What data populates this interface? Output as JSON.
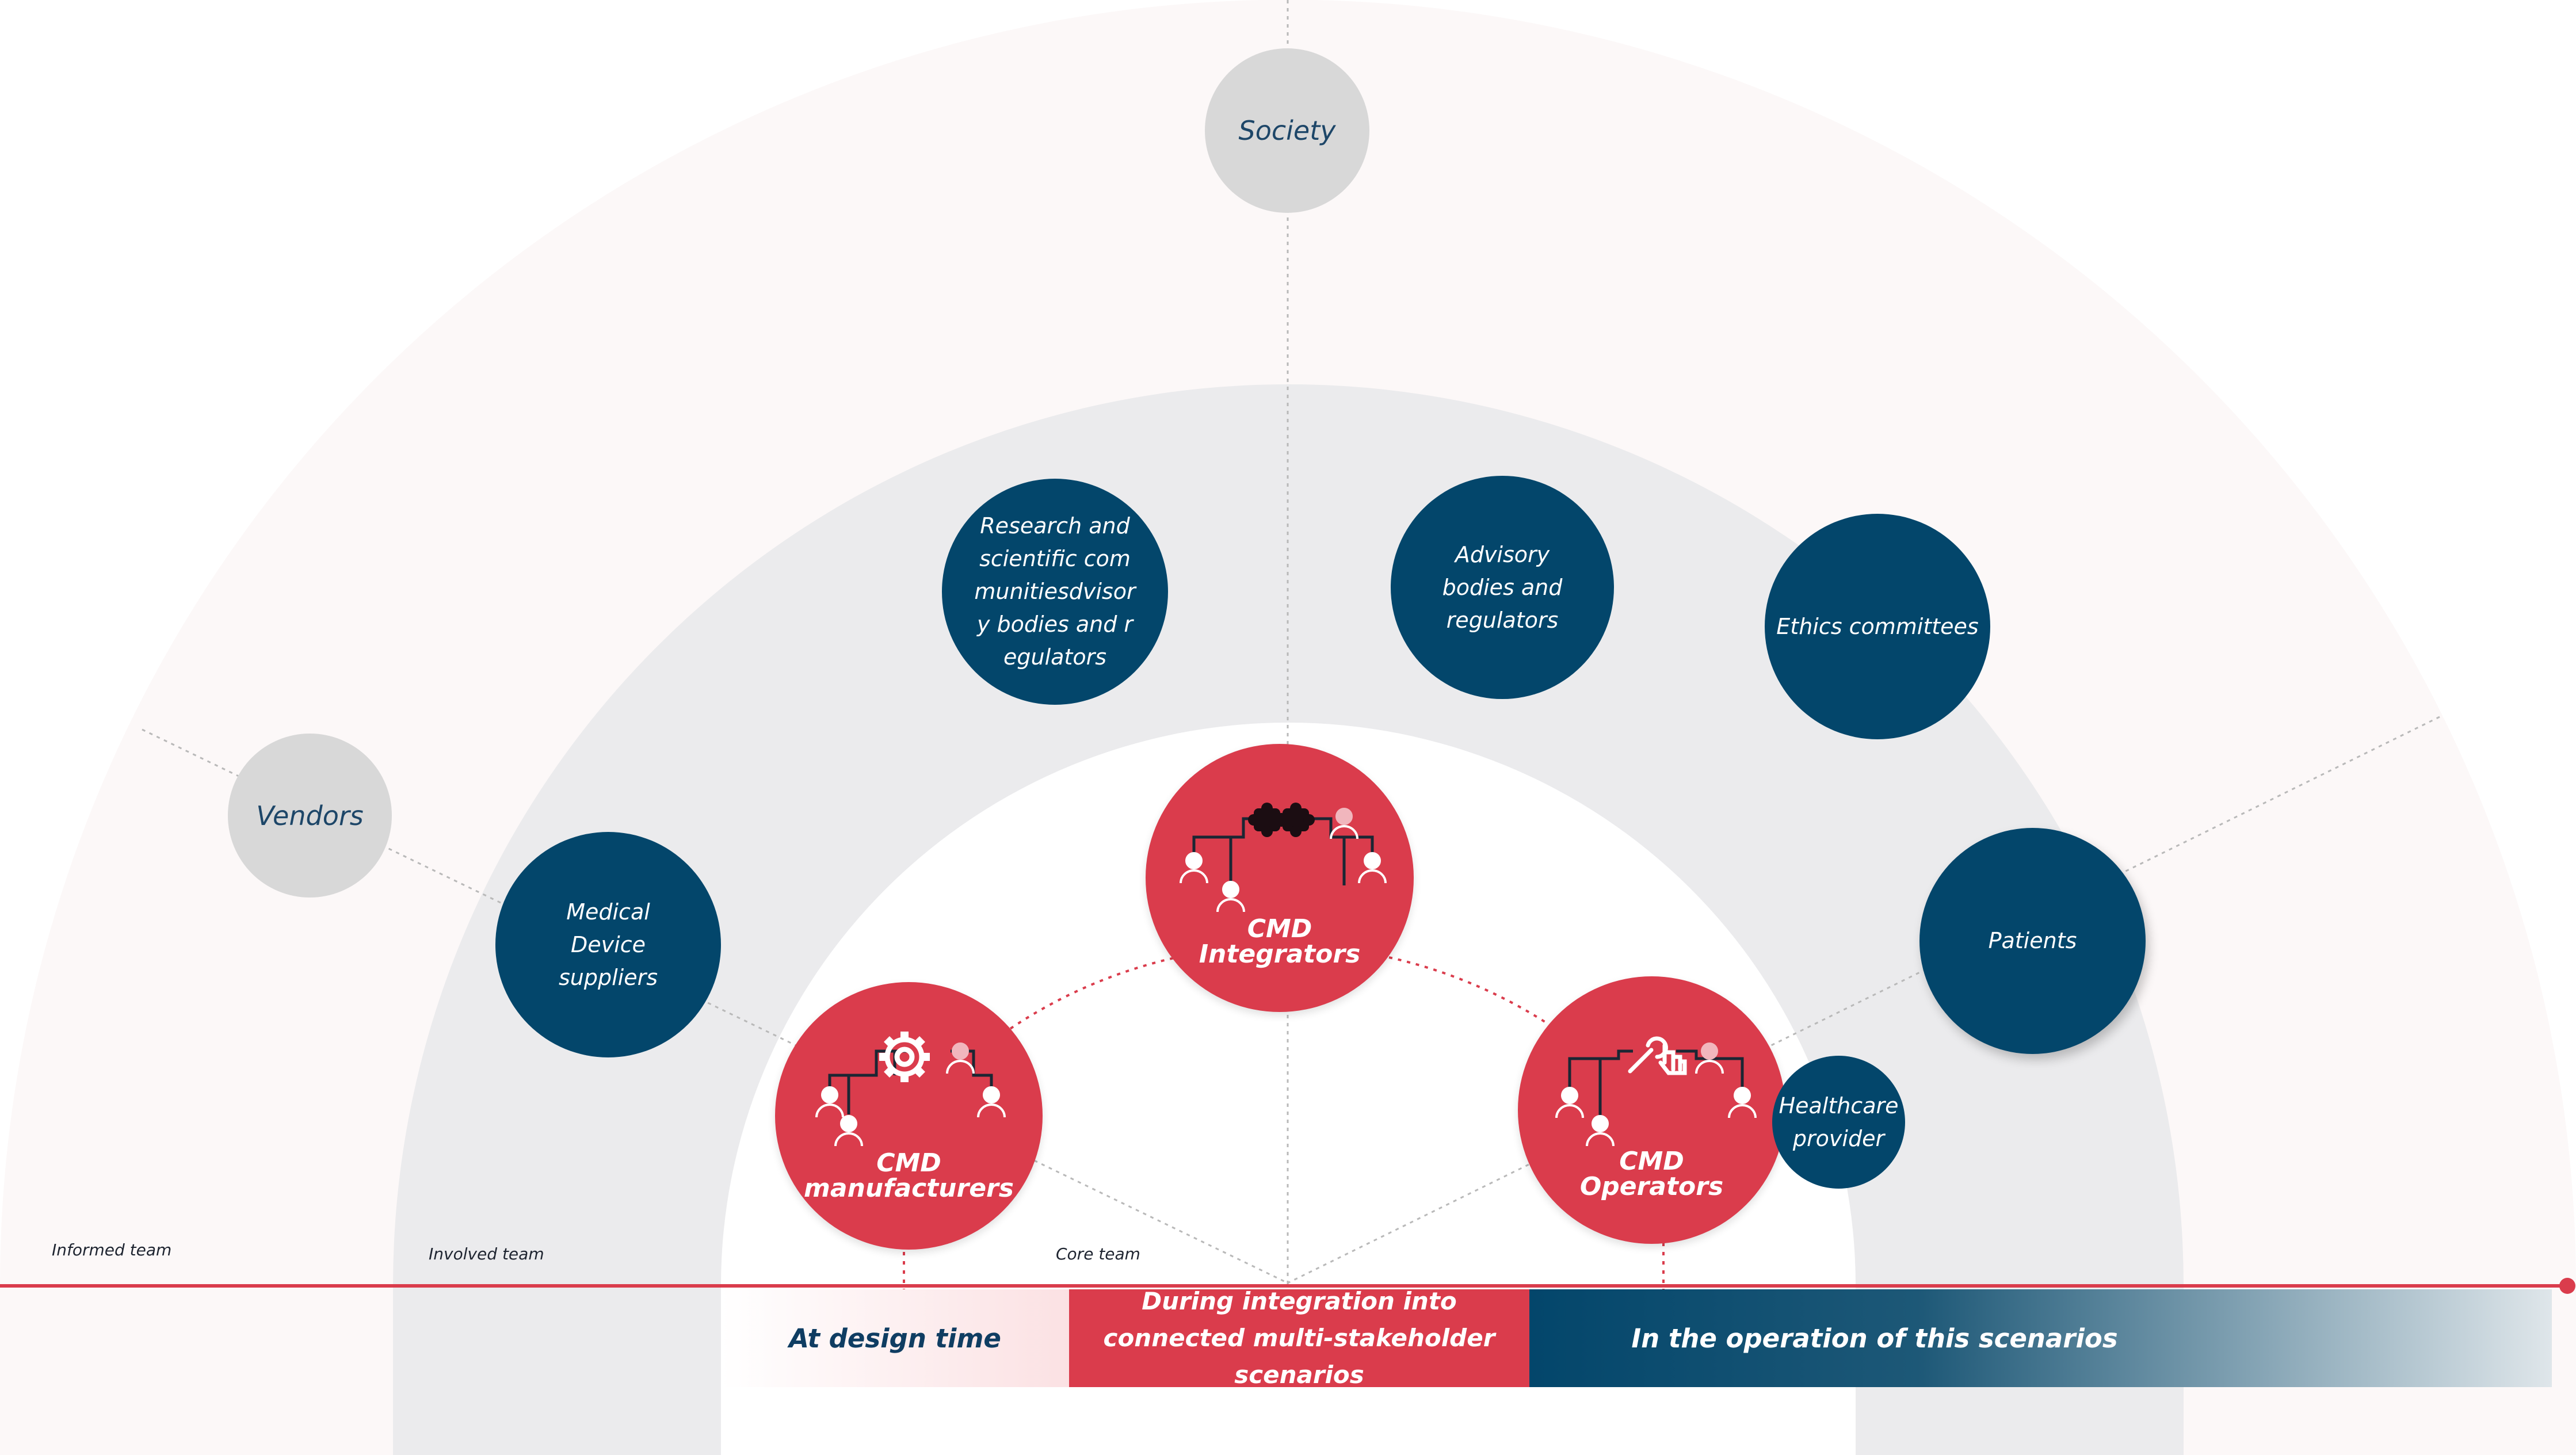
{
  "diagram": {
    "nodes": {
      "society": "Society",
      "vendors": "Vendors",
      "research": "Research and scientific communitiesdvisory bodies and regulators",
      "advisory": "Advisory bodies and regulators",
      "ethics": "Ethics committees",
      "medical_device": "Medical Device suppliers",
      "patients": "Patients",
      "healthcare": "Healthcare provider"
    },
    "core": {
      "manufacturers": {
        "line1": "CMD",
        "line2": "manufacturers",
        "icon": "gear-icon"
      },
      "integrators": {
        "line1": "CMD",
        "line2": "Integrators",
        "icon": "puzzle-icon"
      },
      "operators": {
        "line1": "CMD",
        "line2": "Operators",
        "icon": "wrench-hand-icon"
      }
    },
    "teams": {
      "informed": "Informed team",
      "involved": "Involved team",
      "core": "Core team"
    },
    "phases": {
      "design": "At design time",
      "integration": "During integration into connected multi-stakeholder scenarios",
      "operation": "In the operation of this scenarios"
    },
    "colors": {
      "navy": "#03466b",
      "red": "#da3c4c",
      "grey_node": "#d8d8d8",
      "outer_ring": "#fcf8f8",
      "middle_ring": "#ebebed",
      "timeline": "#da3c4c"
    }
  }
}
